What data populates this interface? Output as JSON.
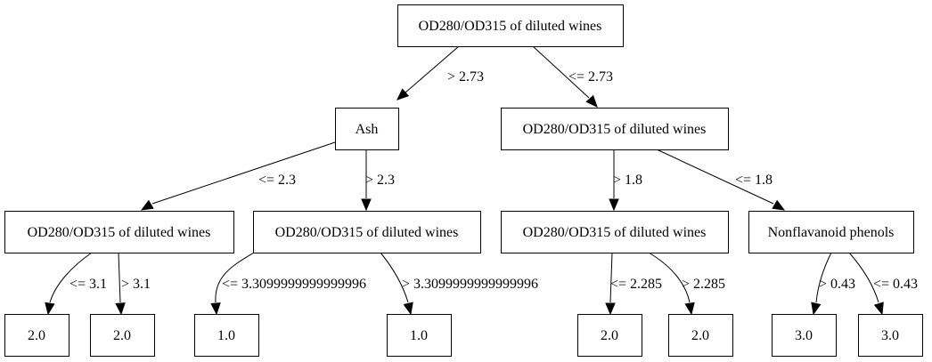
{
  "diagram": {
    "nodes": [
      {
        "id": "n0",
        "label": "OD280/OD315 of diluted wines"
      },
      {
        "id": "n1",
        "label": "Ash"
      },
      {
        "id": "n2",
        "label": "OD280/OD315 of diluted wines"
      },
      {
        "id": "n3",
        "label": "OD280/OD315 of diluted wines"
      },
      {
        "id": "n4",
        "label": "OD280/OD315 of diluted wines"
      },
      {
        "id": "n5",
        "label": "OD280/OD315 of diluted wines"
      },
      {
        "id": "n6",
        "label": "Nonflavanoid phenols"
      },
      {
        "id": "n7",
        "label": "2.0"
      },
      {
        "id": "n8",
        "label": "2.0"
      },
      {
        "id": "n9",
        "label": "1.0"
      },
      {
        "id": "n10",
        "label": "1.0"
      },
      {
        "id": "n11",
        "label": "2.0"
      },
      {
        "id": "n12",
        "label": "2.0"
      },
      {
        "id": "n13",
        "label": "3.0"
      },
      {
        "id": "n14",
        "label": "3.0"
      }
    ],
    "edges": [
      {
        "from": "n0",
        "to": "n1",
        "label": "> 2.73"
      },
      {
        "from": "n0",
        "to": "n2",
        "label": "<= 2.73"
      },
      {
        "from": "n1",
        "to": "n3",
        "label": "<= 2.3"
      },
      {
        "from": "n1",
        "to": "n4",
        "label": "> 2.3"
      },
      {
        "from": "n2",
        "to": "n5",
        "label": "> 1.8"
      },
      {
        "from": "n2",
        "to": "n6",
        "label": "<= 1.8"
      },
      {
        "from": "n3",
        "to": "n7",
        "label": "<= 3.1"
      },
      {
        "from": "n3",
        "to": "n8",
        "label": "> 3.1"
      },
      {
        "from": "n4",
        "to": "n9",
        "label": "<= 3.3099999999999996"
      },
      {
        "from": "n4",
        "to": "n10",
        "label": "> 3.3099999999999996"
      },
      {
        "from": "n5",
        "to": "n11",
        "label": "<= 2.285"
      },
      {
        "from": "n5",
        "to": "n12",
        "label": "> 2.285"
      },
      {
        "from": "n6",
        "to": "n13",
        "label": "> 0.43"
      },
      {
        "from": "n6",
        "to": "n14",
        "label": "<= 0.43"
      }
    ]
  }
}
